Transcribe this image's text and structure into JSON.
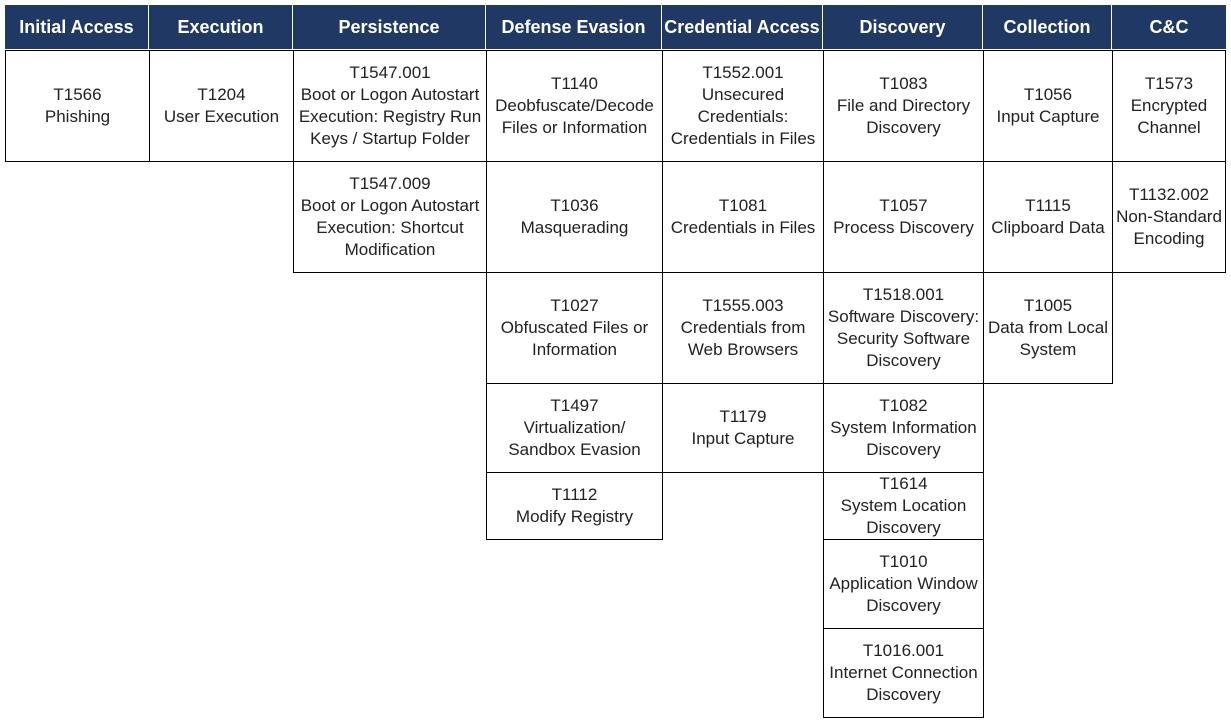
{
  "headers": [
    "Initial Access",
    "Execution",
    "Persistence",
    "Defense Evasion",
    "Credential Access",
    "Discovery",
    "Collection",
    "C&C"
  ],
  "cells": {
    "initial_access": [
      {
        "id": "T1566",
        "name": "Phishing"
      }
    ],
    "execution": [
      {
        "id": "T1204",
        "name": "User Execution"
      }
    ],
    "persistence": [
      {
        "id": "T1547.001",
        "name": "Boot or Logon Autostart Execution: Registry Run Keys / Startup Folder"
      },
      {
        "id": "T1547.009",
        "name": "Boot or Logon Autostart Execution: Shortcut Modification"
      }
    ],
    "defense_evasion": [
      {
        "id": "T1140",
        "name": "Deobfuscate/Decode Files or Information"
      },
      {
        "id": "T1036",
        "name": "Masquerading"
      },
      {
        "id": "T1027",
        "name": "Obfuscated Files or Information"
      },
      {
        "id": "T1497",
        "name": "Virtualization/ Sandbox Evasion"
      },
      {
        "id": "T1112",
        "name": "Modify Registry"
      }
    ],
    "credential_access": [
      {
        "id": "T1552.001",
        "name": "Unsecured Credentials: Credentials in Files"
      },
      {
        "id": "T1081",
        "name": "Credentials in Files"
      },
      {
        "id": "T1555.003",
        "name": "Credentials from Web Browsers"
      },
      {
        "id": "T1179",
        "name": "Input Capture"
      }
    ],
    "discovery": [
      {
        "id": "T1083",
        "name": "File and Directory Discovery"
      },
      {
        "id": "T1057",
        "name": "Process Discovery"
      },
      {
        "id": "T1518.001",
        "name": "Software Discovery: Security Software Discovery"
      },
      {
        "id": "T1082",
        "name": "System Information Discovery"
      },
      {
        "id": "T1614",
        "name": "System Location Discovery"
      },
      {
        "id": "T1010",
        "name": "Application Window Discovery"
      },
      {
        "id": "T1016.001",
        "name": "Internet Connection Discovery"
      }
    ],
    "collection": [
      {
        "id": "T1056",
        "name": "Input Capture"
      },
      {
        "id": "T1115",
        "name": "Clipboard Data"
      },
      {
        "id": "T1005",
        "name": "Data from Local System"
      }
    ],
    "cnc": [
      {
        "id": "T1573",
        "name": "Encrypted Channel"
      },
      {
        "id": "T1132.002",
        "name": "Non-Standard Encoding"
      }
    ]
  }
}
